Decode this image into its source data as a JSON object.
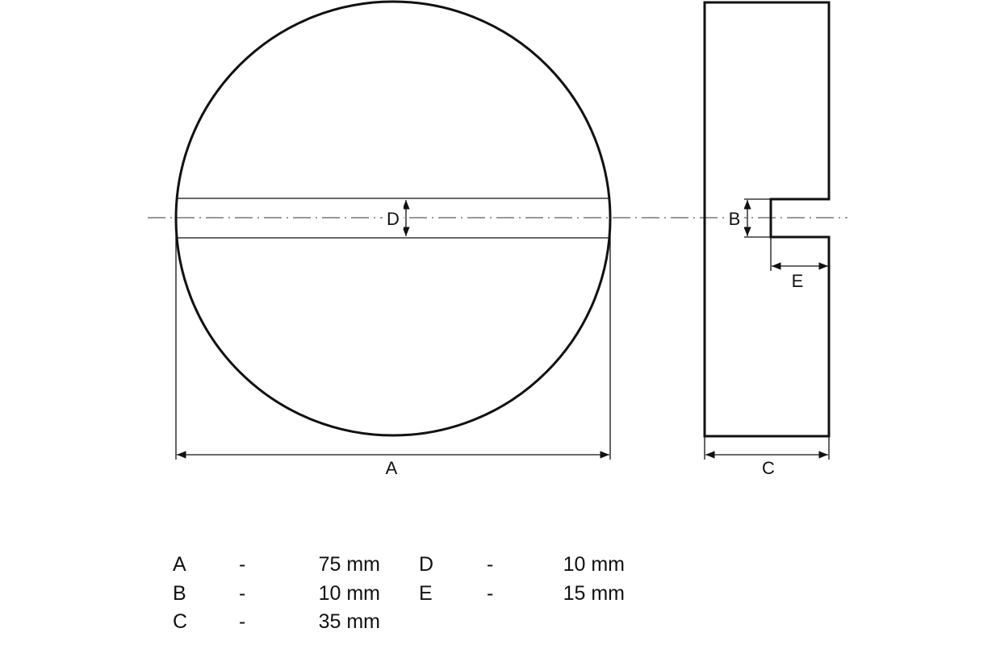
{
  "labels": {
    "A": "A",
    "B": "B",
    "C": "C",
    "D": "D",
    "E": "E"
  },
  "legend": [
    {
      "letter": "A",
      "dash": "-",
      "value": "75 mm"
    },
    {
      "letter": "B",
      "dash": "-",
      "value": "10 mm"
    },
    {
      "letter": "C",
      "dash": "-",
      "value": "35 mm"
    },
    {
      "letter": "D",
      "dash": "-",
      "value": "10 mm"
    },
    {
      "letter": "E",
      "dash": "-",
      "value": "15 mm"
    }
  ]
}
